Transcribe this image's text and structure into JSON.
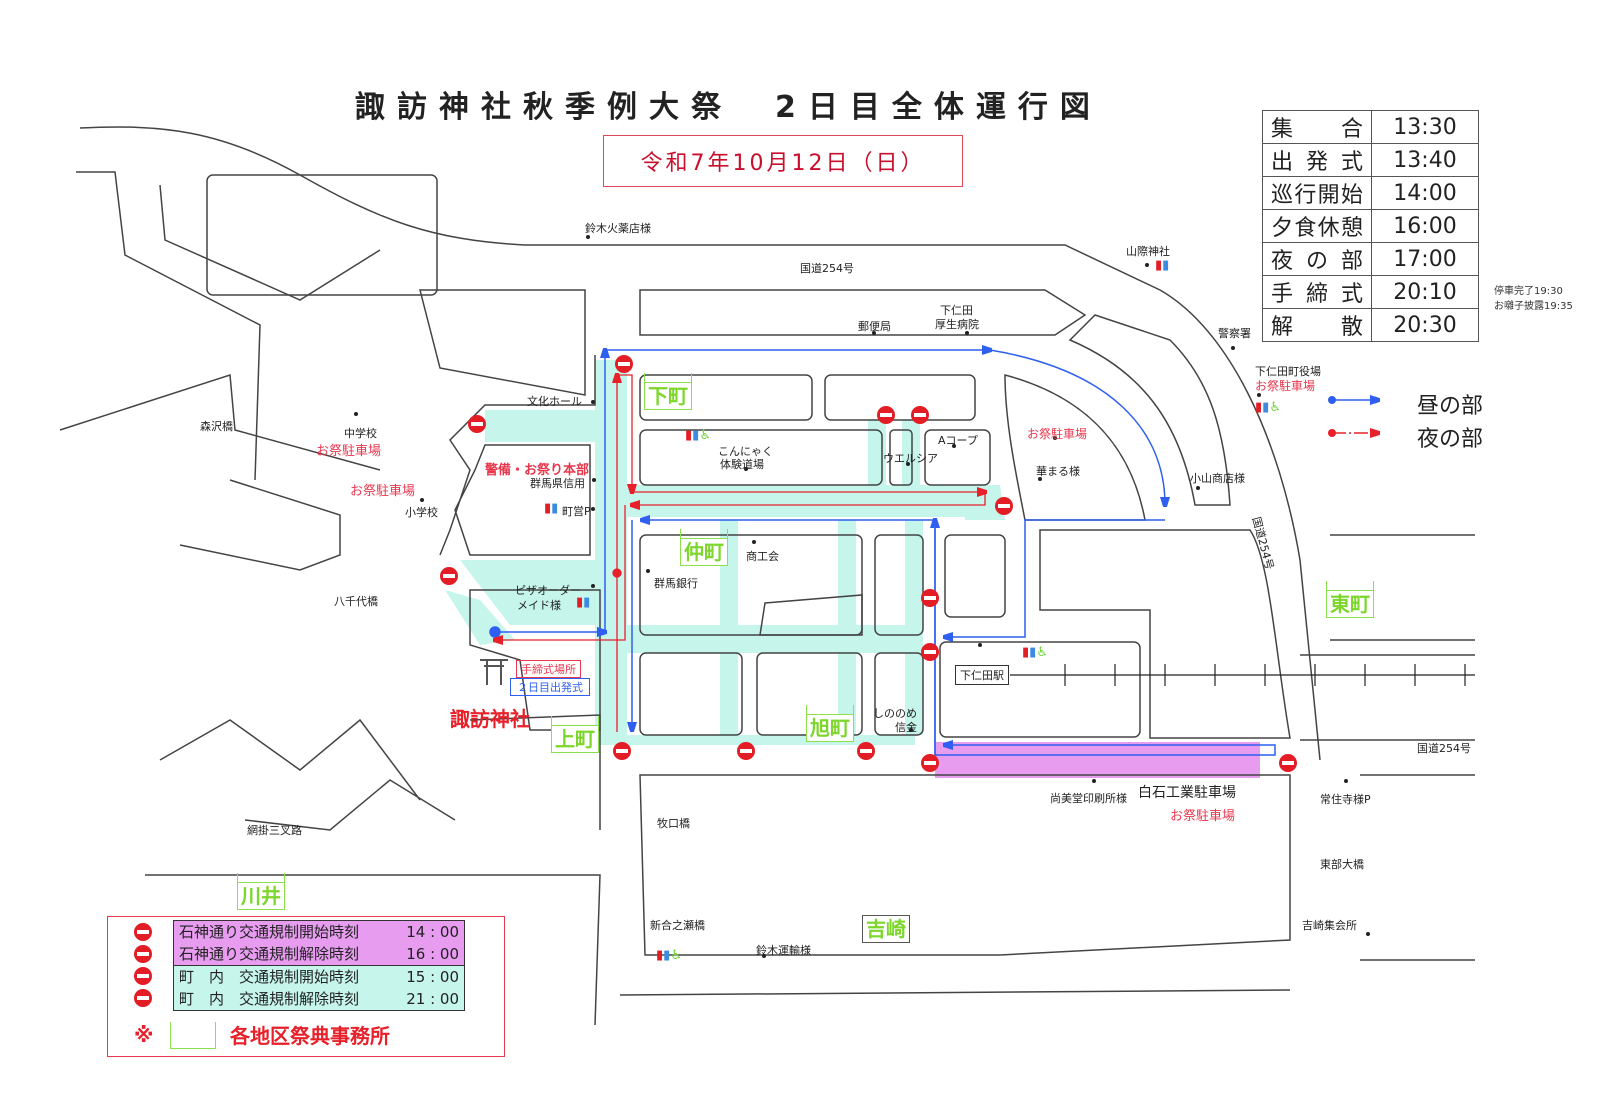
{
  "header": {
    "title": "諏訪神社秋季例大祭　2日目全体運行図",
    "date": "令和7年10月12日（日）"
  },
  "schedule": {
    "rows": [
      {
        "label": "集合",
        "time": "13:30"
      },
      {
        "label": "出発式",
        "time": "13:40"
      },
      {
        "label": "巡行開始",
        "time": "14:00"
      },
      {
        "label": "夕食休憩",
        "time": "16:00"
      },
      {
        "label": "夜の部",
        "time": "17:00"
      },
      {
        "label": "手締式",
        "time": "20:10"
      },
      {
        "label": "解散",
        "time": "20:30"
      }
    ],
    "notes": [
      "停車完了19:30",
      "お囃子披露19:35"
    ]
  },
  "route_legend": {
    "day": {
      "label": "昼の部",
      "color": "#2f5ff0"
    },
    "night": {
      "label": "夜の部",
      "color": "#e8202a"
    }
  },
  "districts": [
    "下町",
    "仲町",
    "上町",
    "旭町",
    "東町",
    "川井",
    "吉崎"
  ],
  "landmarks": {
    "suzuki_kayaku": "鈴木火薬店様",
    "route254_top": "国道254号",
    "route254_side": "国道254号",
    "route254_right": "国道254号",
    "yamagiwa": "山際神社",
    "post_office": "郵便局",
    "hospital_1": "下仁田",
    "hospital_2": "厚生病院",
    "police": "警察署",
    "town_hall": "下仁田町役場",
    "parking_town_hall": "お祭駐車場",
    "morisawa": "森沢橋",
    "junior_high": "中学校",
    "parking_jh": "お祭駐車場",
    "parking_elem": "お祭駐車場",
    "elementary": "小学校",
    "bunka_hall": "文化ホール",
    "hq": "警備・お祭り本部",
    "gunma_shinyo": "群馬県信用",
    "choei_p": "町営P",
    "yachiyo": "八千代橋",
    "pizza_1": "ピザオーダー",
    "pizza_2": "メイド様",
    "tejime_place": "手締式場所",
    "departure": "２日目出発式",
    "shrine": "諏訪神社",
    "konnyaku_1": "こんにゃく",
    "konnyaku_2": "体験道場",
    "welcia": "ウエルシア",
    "acoop": "Aコープ",
    "parking_hanamaru": "お祭駐車場",
    "hanamaru": "華まる様",
    "koyama": "小山商店様",
    "shokokai": "商工会",
    "gunma_bank": "群馬銀行",
    "shinonome_1": "しののめ",
    "shinonome_2": "信金",
    "station": "下仁田駅",
    "shobido": "尚美堂印刷所様",
    "shiraishi": "白石工業駐車場",
    "parking_shiraishi": "お祭駐車場",
    "joju": "常住寺様P",
    "amikake": "網掛三叉路",
    "makiguchi": "牧口橋",
    "shin_ainose": "新合之瀬橋",
    "suzuki_unyu": "鈴木運輸様",
    "tobu": "東部大橋",
    "yoshizaki_hall": "吉崎集会所"
  },
  "traffic_rules": {
    "rows": [
      {
        "label": "石神通り交通規制開始時刻",
        "time": "14 : 00",
        "color": "#e79cf0"
      },
      {
        "label": "石神通り交通規制解除時刻",
        "time": "16 : 00",
        "color": "#e79cf0"
      },
      {
        "label": "町　内　交通規制開始時刻",
        "time": "15 : 00",
        "color": "#c6f5ec"
      },
      {
        "label": "町　内　交通規制解除時刻",
        "time": "21 : 00",
        "color": "#c6f5ec"
      }
    ],
    "office_mark": "※",
    "office_label": "各地区祭典事務所"
  },
  "icons": {
    "no_entry": "no-entry-icon",
    "toilet": "toilet-icon",
    "wheelchair": "wheelchair-icon",
    "torii": "torii-icon"
  }
}
